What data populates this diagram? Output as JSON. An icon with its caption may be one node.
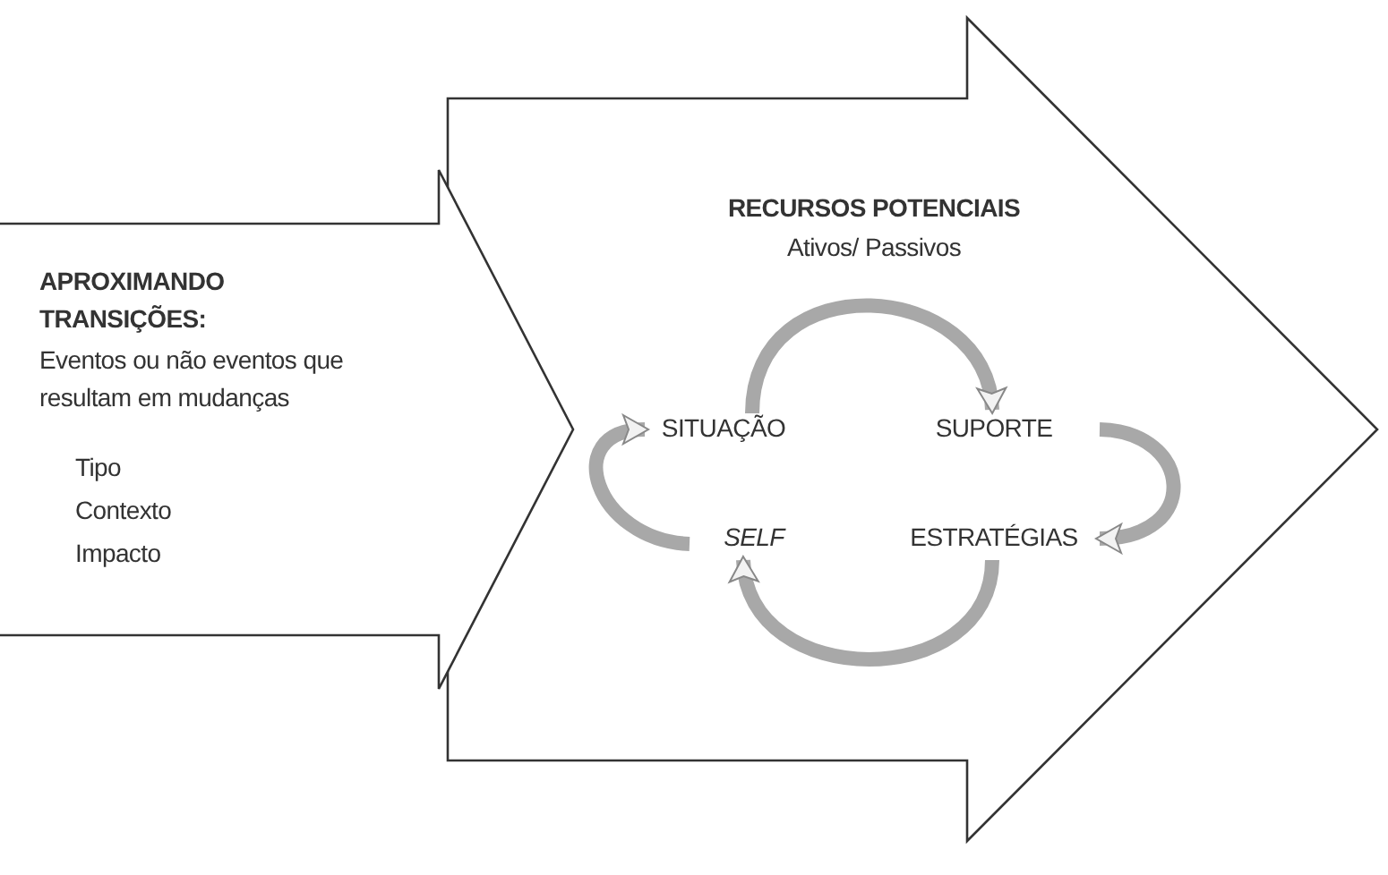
{
  "diagram": {
    "nodes": [
      {
        "text": [
          "APROXIMANDO TRANSIÇÕES:",
          "Eventos ou não eventos que resultam em mudanças",
          "Tipo",
          "Contexto",
          "Impacto"
        ]
      },
      {
        "text": [
          "RECURSOS POTENCIAIS",
          "Ativos/ Passivos"
        ]
      },
      {
        "text": [
          "SITUAÇÃO"
        ],
        "in": 1
      },
      {
        "text": [
          "SUPORTE"
        ],
        "in": 1
      },
      {
        "text": [
          "SELF"
        ],
        "in": 1
      },
      {
        "text": [
          "ESTRATÉGIAS"
        ],
        "in": 1
      }
    ],
    "edges": [
      {
        "from": 2,
        "to": 3,
        "arrow": "to"
      },
      {
        "from": 3,
        "to": 5,
        "arrow": "to"
      },
      {
        "from": 5,
        "to": 4,
        "arrow": "to"
      },
      {
        "from": 4,
        "to": 2,
        "arrow": "to"
      }
    ]
  }
}
